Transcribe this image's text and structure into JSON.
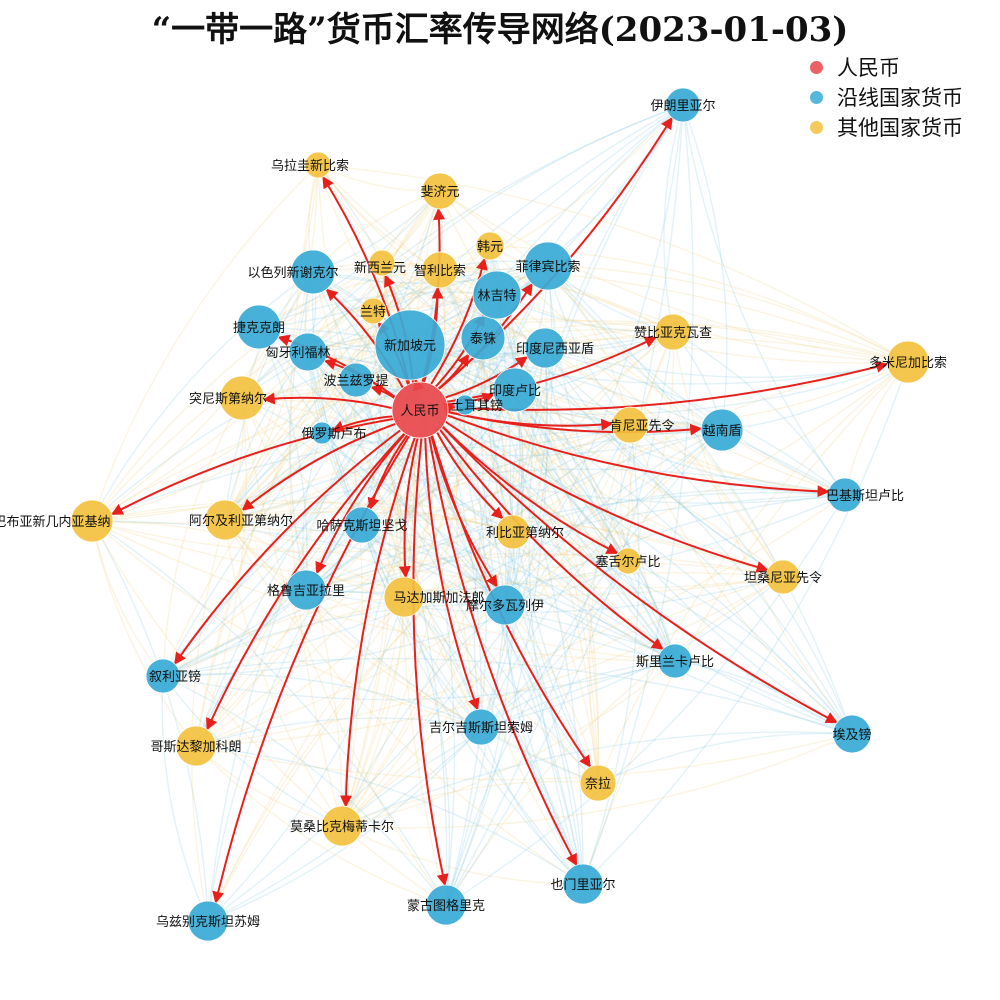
{
  "title": "“一带一路”货币汇率传导网络(2023-01-03)",
  "legend": [
    {
      "label": "人民币",
      "color": "#e8474b"
    },
    {
      "label": "沿线国家货币",
      "color": "#38aad6"
    },
    {
      "label": "其他国家货币",
      "color": "#f3c13f"
    }
  ],
  "nodes": [
    {
      "name": "人民币",
      "group": 0
    },
    {
      "name": "新加坡元",
      "group": 1
    },
    {
      "name": "泰铢",
      "group": 1
    },
    {
      "name": "林吉特",
      "group": 1
    },
    {
      "name": "菲律宾比索",
      "group": 1
    },
    {
      "name": "韩元",
      "group": 2
    },
    {
      "name": "智利比索",
      "group": 2
    },
    {
      "name": "新西兰元",
      "group": 2
    },
    {
      "name": "兰特",
      "group": 2
    },
    {
      "name": "以色列新谢克尔",
      "group": 1
    },
    {
      "name": "捷克克朗",
      "group": 1
    },
    {
      "name": "匈牙利福林",
      "group": 1
    },
    {
      "name": "波兰兹罗提",
      "group": 1
    },
    {
      "name": "印度尼西亚盾",
      "group": 1
    },
    {
      "name": "印度卢比",
      "group": 1
    },
    {
      "name": "土耳其镑",
      "group": 1
    },
    {
      "name": "突尼斯第纳尔",
      "group": 2
    },
    {
      "name": "俄罗斯卢布",
      "group": 1
    },
    {
      "name": "斐济元",
      "group": 2
    },
    {
      "name": "乌拉圭新比索",
      "group": 2
    },
    {
      "name": "伊朗里亚尔",
      "group": 1
    },
    {
      "name": "赞比亚克瓦查",
      "group": 2
    },
    {
      "name": "多米尼加比索",
      "group": 2
    },
    {
      "name": "肯尼亚先令",
      "group": 2
    },
    {
      "name": "越南盾",
      "group": 1
    },
    {
      "name": "巴基斯坦卢比",
      "group": 1
    },
    {
      "name": "巴布亚新几内亚基纳",
      "group": 2
    },
    {
      "name": "阿尔及利亚第纳尔",
      "group": 2
    },
    {
      "name": "哈萨克斯坦坚戈",
      "group": 1
    },
    {
      "name": "利比亚第纳尔",
      "group": 2
    },
    {
      "name": "塞舌尔卢比",
      "group": 2
    },
    {
      "name": "坦桑尼亚先令",
      "group": 2
    },
    {
      "name": "格鲁吉亚拉里",
      "group": 1
    },
    {
      "name": "马达加斯加法郎",
      "group": 2
    },
    {
      "name": "摩尔多瓦列伊",
      "group": 1
    },
    {
      "name": "斯里兰卡卢比",
      "group": 1
    },
    {
      "name": "叙利亚镑",
      "group": 1
    },
    {
      "name": "哥斯达黎加科朗",
      "group": 2
    },
    {
      "name": "吉尔吉斯斯坦索姆",
      "group": 1
    },
    {
      "name": "埃及镑",
      "group": 1
    },
    {
      "name": "奈拉",
      "group": 2
    },
    {
      "name": "莫桑比克梅蒂卡尔",
      "group": 2
    },
    {
      "name": "蒙古图格里克",
      "group": 1
    },
    {
      "name": "也门里亚尔",
      "group": 1
    },
    {
      "name": "乌兹别克斯坦苏姆",
      "group": 1
    }
  ]
}
